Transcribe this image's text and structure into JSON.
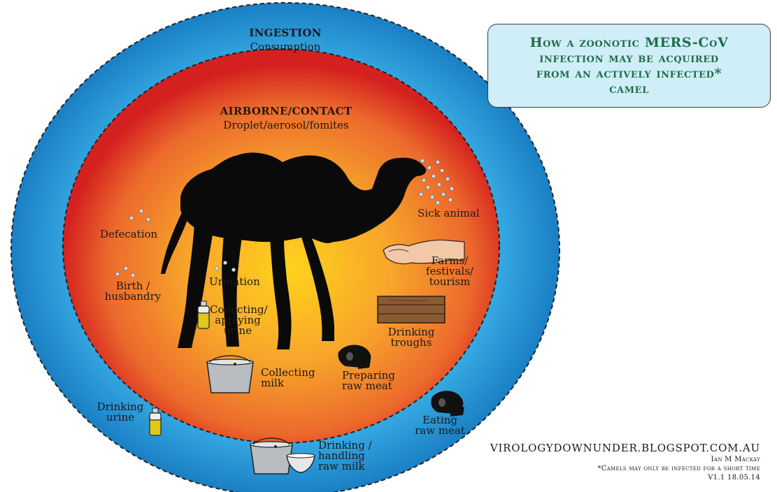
{
  "zones": {
    "outer": {
      "title": "INGESTION",
      "subtitle": "Consumption"
    },
    "inner": {
      "title": "AIRBORNE/CONTACT",
      "subtitle": "Droplet/aerosol/fomites"
    }
  },
  "labels": {
    "sick_animal": "Sick animal",
    "defecation": "Defecation",
    "birth_husbandry": [
      "Birth /",
      "husbandry"
    ],
    "urination": "Urination",
    "collecting_urine": [
      "Collecting/",
      "applying",
      "urine"
    ],
    "farms": [
      "Farms/",
      "festivals/",
      "tourism"
    ],
    "drinking_troughs": [
      "Drinking",
      "troughs"
    ],
    "collecting_milk": [
      "Collecting",
      "milk"
    ],
    "preparing_meat": [
      "Preparing",
      "raw meat"
    ],
    "drinking_urine": [
      "Drinking",
      "urine"
    ],
    "eating_meat": [
      "Eating",
      "raw meat"
    ],
    "drinking_milk": [
      "Drinking /",
      "handling",
      "raw milk"
    ]
  },
  "title_box": {
    "lines": [
      "How a zoonotic MERS-CoV",
      "infection may be acquired",
      "from an actively infected*",
      "camel"
    ]
  },
  "credits": {
    "url": "VIROLOGYDOWNUNDER.BLOGSPOT.COM.AU",
    "author": "Ian M Mackay",
    "footnote": "*Camels may only be infected for a short time",
    "version": "V1.1 18.05.14"
  },
  "colors": {
    "outer_ring_edge": "#1a7fc4",
    "outer_ring_mid": "#3db4ea",
    "inner_edge": "#d4211f",
    "inner_mid": "#f2872c",
    "inner_center": "#ffd31c",
    "title_bg": "#cfeef7",
    "title_text": "#1f6e49"
  }
}
